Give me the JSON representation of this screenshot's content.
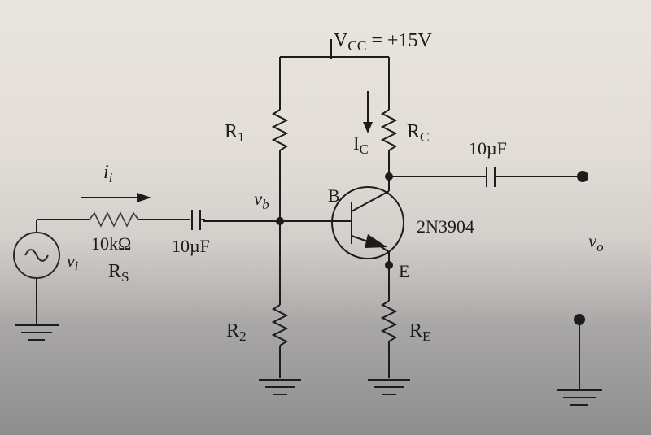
{
  "labels": {
    "vcc_main": "V",
    "vcc_sub": "CC",
    "vcc_value": " = +15V",
    "r1_main": "R",
    "r1_sub": "1",
    "rc_main": "R",
    "rc_sub": "C",
    "ic_main": "I",
    "ic_sub": "C",
    "coupling_cap_out": "10µF",
    "ii_main": "i",
    "ii_sub": "i",
    "vb_main": "v",
    "vb_sub": "b",
    "base_terminal": "B",
    "transistor_model": "2N3904",
    "rs_value": "10kΩ",
    "coupling_cap_in": "10µF",
    "vi_main": "v",
    "vi_sub": "i",
    "rs_main": "R",
    "rs_sub": "S",
    "vo_main": "v",
    "vo_sub": "o",
    "emitter_terminal": "E",
    "r2_main": "R",
    "r2_sub": "2",
    "re_main": "R",
    "re_sub": "E"
  }
}
